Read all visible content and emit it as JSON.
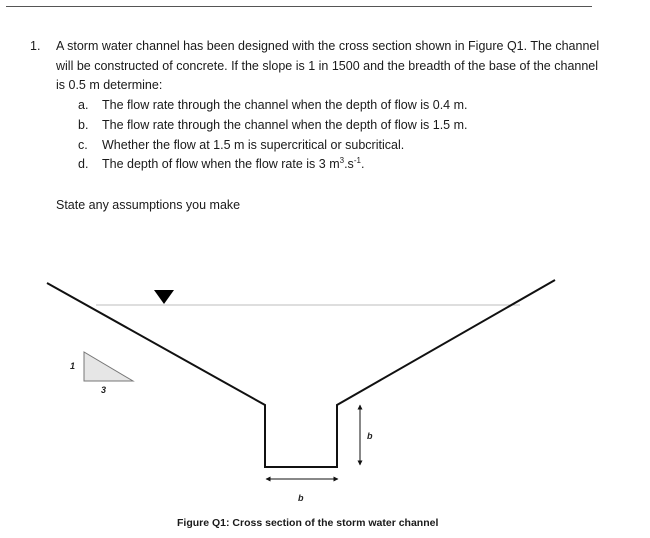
{
  "question": {
    "number": "1.",
    "text": "A storm water channel has been designed with the cross section shown in Figure Q1. The channel will be constructed of concrete. If the slope is 1 in 1500 and the breadth of the base of the channel is 0.5 m determine:",
    "parts": [
      {
        "letter": "a.",
        "text": "The flow rate through the channel when the depth of flow is 0.4 m."
      },
      {
        "letter": "b.",
        "text": "The flow rate through the channel when the depth of flow is 1.5 m."
      },
      {
        "letter": "c.",
        "text": "Whether the flow at 1.5 m is supercritical or subcritical."
      },
      {
        "letter": "d.",
        "text_before": "The depth of flow when the flow rate is 3 m",
        "sup1": "3",
        "text_mid": ".s",
        "sup2": "-1",
        "text_after": "."
      }
    ],
    "assumptions": "State any assumptions you make"
  },
  "figure": {
    "slope_rise_label": "1",
    "slope_run_label": "3",
    "depth_label": "b",
    "base_label": "b",
    "caption": "Figure Q1: Cross section of the storm water channel"
  }
}
